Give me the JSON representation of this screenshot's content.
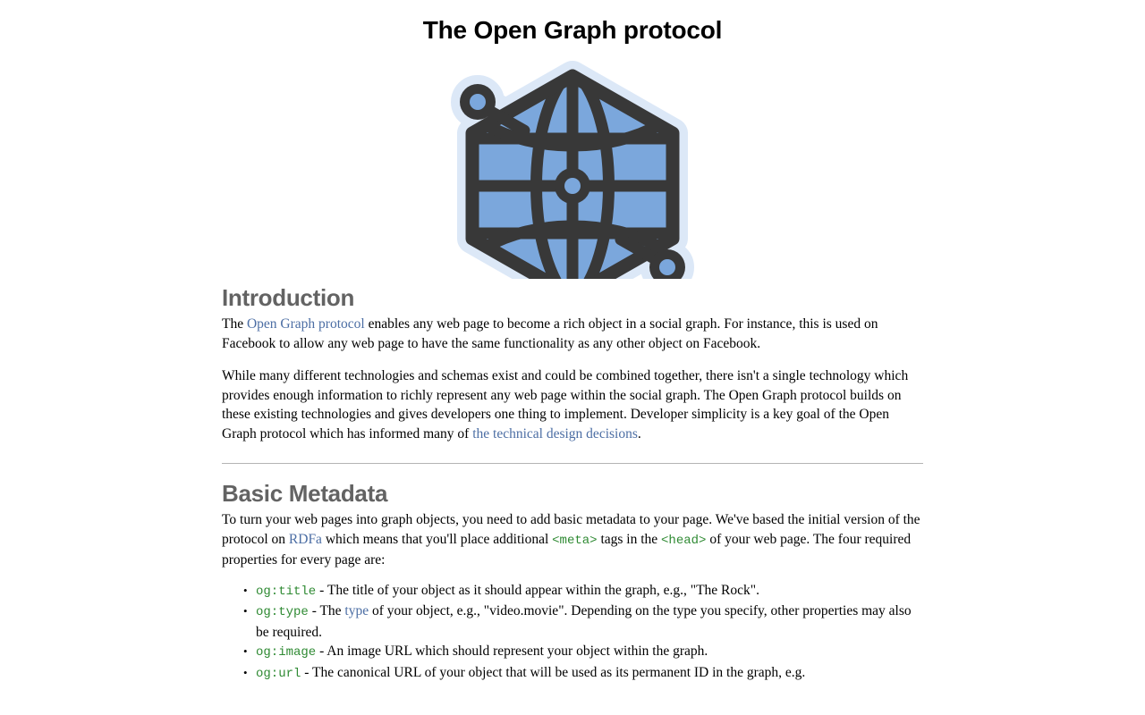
{
  "page": {
    "title": "The Open Graph protocol",
    "logo_alt": "open-graph-logo"
  },
  "colors": {
    "link": "#4c6ea4",
    "code": "#2f8a33",
    "heading": "#636363",
    "logo_fill": "#7ba7dc",
    "logo_stroke": "#383838",
    "logo_glow": "#dce8f7",
    "rule": "#b4b4b4"
  },
  "sections": [
    {
      "id": "introduction",
      "heading": "Introduction",
      "paragraphs": [
        {
          "parts": [
            {
              "type": "text",
              "text": "The "
            },
            {
              "type": "link",
              "text": "Open Graph protocol"
            },
            {
              "type": "text",
              "text": " enables any web page to become a rich object in a social graph. For instance, this is used on Facebook to allow any web page to have the same functionality as any other object on Facebook."
            }
          ]
        },
        {
          "parts": [
            {
              "type": "text",
              "text": "While many different technologies and schemas exist and could be combined together, there isn't a single technology which provides enough information to richly represent any web page within the social graph. The Open Graph protocol builds on these existing technologies and gives developers one thing to implement. Developer simplicity is a key goal of the Open Graph protocol which has informed many of "
            },
            {
              "type": "link",
              "text": "the technical design decisions"
            },
            {
              "type": "text",
              "text": "."
            }
          ]
        }
      ]
    },
    {
      "id": "basic-metadata",
      "heading": "Basic Metadata",
      "paragraphs": [
        {
          "parts": [
            {
              "type": "text",
              "text": "To turn your web pages into graph objects, you need to add basic metadata to your page. We've based the initial version of the protocol on "
            },
            {
              "type": "link",
              "text": "RDFa"
            },
            {
              "type": "text",
              "text": " which means that you'll place additional "
            },
            {
              "type": "code",
              "text": "<meta>"
            },
            {
              "type": "text",
              "text": " tags in the "
            },
            {
              "type": "code",
              "text": "<head>"
            },
            {
              "type": "text",
              "text": " of your web page. The four required properties for every page are:"
            }
          ]
        }
      ]
    }
  ],
  "required_properties": [
    {
      "code": "og:title",
      "parts": [
        {
          "type": "text",
          "text": " - The title of your object as it should appear within the graph, e.g., \"The Rock\"."
        }
      ]
    },
    {
      "code": "og:type",
      "parts": [
        {
          "type": "text",
          "text": " - The "
        },
        {
          "type": "link",
          "text": "type"
        },
        {
          "type": "text",
          "text": " of your object, e.g., \"video.movie\". Depending on the type you specify, other properties may also be required."
        }
      ]
    },
    {
      "code": "og:image",
      "parts": [
        {
          "type": "text",
          "text": " - An image URL which should represent your object within the graph."
        }
      ]
    },
    {
      "code": "og:url",
      "parts": [
        {
          "type": "text",
          "text": " - The canonical URL of your object that will be used as its permanent ID in the graph, e.g."
        }
      ]
    }
  ]
}
